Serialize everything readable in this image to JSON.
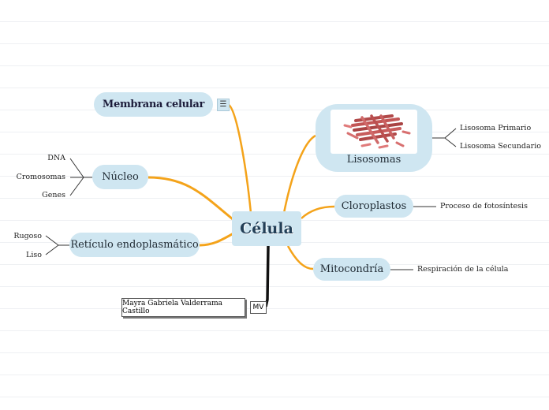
{
  "central": {
    "label": "Célula"
  },
  "branches": {
    "membrana": {
      "label": "Membrana celular",
      "note_icon": "note-icon"
    },
    "nucleo": {
      "label": "Núcleo",
      "children": [
        "DNA",
        "Cromosomas",
        "Genes"
      ]
    },
    "reticulo": {
      "label": "Retículo endoplasmático",
      "children": [
        "Rugoso",
        "Liso"
      ]
    },
    "lisosomas": {
      "label": "Lisosomas",
      "children": [
        "Lisosoma Primario",
        "Lisosoma Secundario"
      ]
    },
    "cloroplastos": {
      "label": "Cloroplastos",
      "children": [
        "Proceso de fotosíntesis"
      ]
    },
    "mitocondria": {
      "label": "Mitocondría",
      "children": [
        "Respiración de la célula"
      ]
    }
  },
  "author": {
    "name": "Mayra Gabriela Valderrama Castillo",
    "initials": "MV"
  },
  "colors": {
    "connector": "#f4a31a",
    "node_fill": "#cfe6f1",
    "leaf_line": "#333333",
    "author_line": "#111111"
  }
}
